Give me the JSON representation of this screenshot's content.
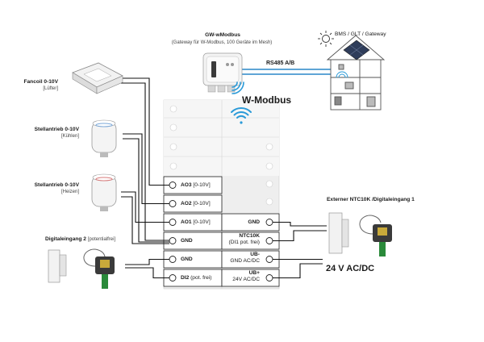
{
  "devices": {
    "gateway": {
      "name": "GW-wModbus",
      "desc": "(Gateway für W-Modbus, 100 Geräte im Mesh)"
    },
    "bms": {
      "label": "BMS / GLT / Gateway"
    },
    "rs485": {
      "label": "RS485 A/B"
    },
    "wmodbus": {
      "label": "W-Modbus"
    },
    "fancoil": {
      "name": "Fancoil 0-10V",
      "desc": "[Lüfter]"
    },
    "valve_cool": {
      "name": "Stellantrieb 0-10V",
      "desc": "[Kühlen]"
    },
    "valve_heat": {
      "name": "Stellantrieb 0-10V",
      "desc": "[Heizen]"
    },
    "digital2": {
      "name": "Digitaleingang 2",
      "desc": "[potentialfrei]"
    },
    "external": {
      "name": "Externer NTC10K /Digitaleingang 1"
    }
  },
  "terminals": {
    "left": [
      {
        "name": "AO3",
        "unit": "[0-10V]"
      },
      {
        "name": "AO2",
        "unit": "[0-10V]"
      },
      {
        "name": "AO1",
        "unit": "[0-10V]"
      },
      {
        "name": "GND",
        "unit": ""
      },
      {
        "name": "GND",
        "unit": ""
      },
      {
        "name": "DI2",
        "unit": "(pot. frei)"
      }
    ],
    "right": [
      {
        "name": "GND",
        "desc": ""
      },
      {
        "name": "NTC10K",
        "desc": "(DI1 pot. frei)"
      },
      {
        "name": "UB-",
        "desc": "GND AC/DC"
      },
      {
        "name": "UB+",
        "desc": "24V AC/DC"
      }
    ]
  },
  "supply": {
    "label": "24 V AC/DC"
  },
  "colors": {
    "wire": "#111111",
    "bus": "#2a87c8",
    "wifi": "#2a9ad8",
    "panel": "#e8e8e8"
  }
}
